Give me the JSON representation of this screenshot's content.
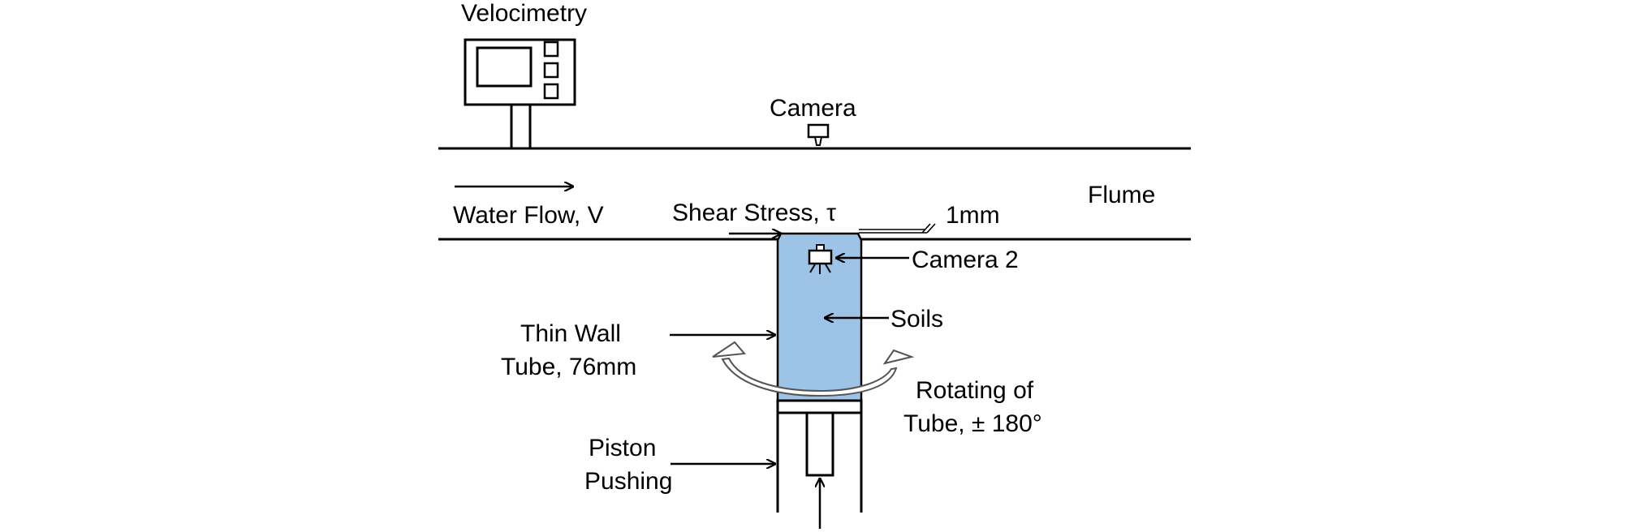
{
  "labels": {
    "velocimetry": "Velocimetry",
    "camera": "Camera",
    "flume": "Flume",
    "water_flow": "Water Flow,  V",
    "shear_stress": "Shear Stress, τ",
    "gap": "1mm",
    "camera2": "Camera 2",
    "soils": "Soils",
    "thin_wall_line1": "Thin Wall",
    "thin_wall_line2": "Tube, 76mm",
    "rotating_line1": "Rotating of",
    "rotating_line2": "Tube, ± 180°",
    "piston_line1": "Piston",
    "piston_line2": "Pushing"
  },
  "colors": {
    "stroke": "#000000",
    "soil_fill": "#9dc3e6",
    "background": "#ffffff"
  },
  "icons": {
    "velocimetry_device": "velocimetry-monitor-icon",
    "camera": "camera-icon",
    "camera2": "underwater-camera-icon",
    "rotation": "curved-double-arrow-icon"
  }
}
